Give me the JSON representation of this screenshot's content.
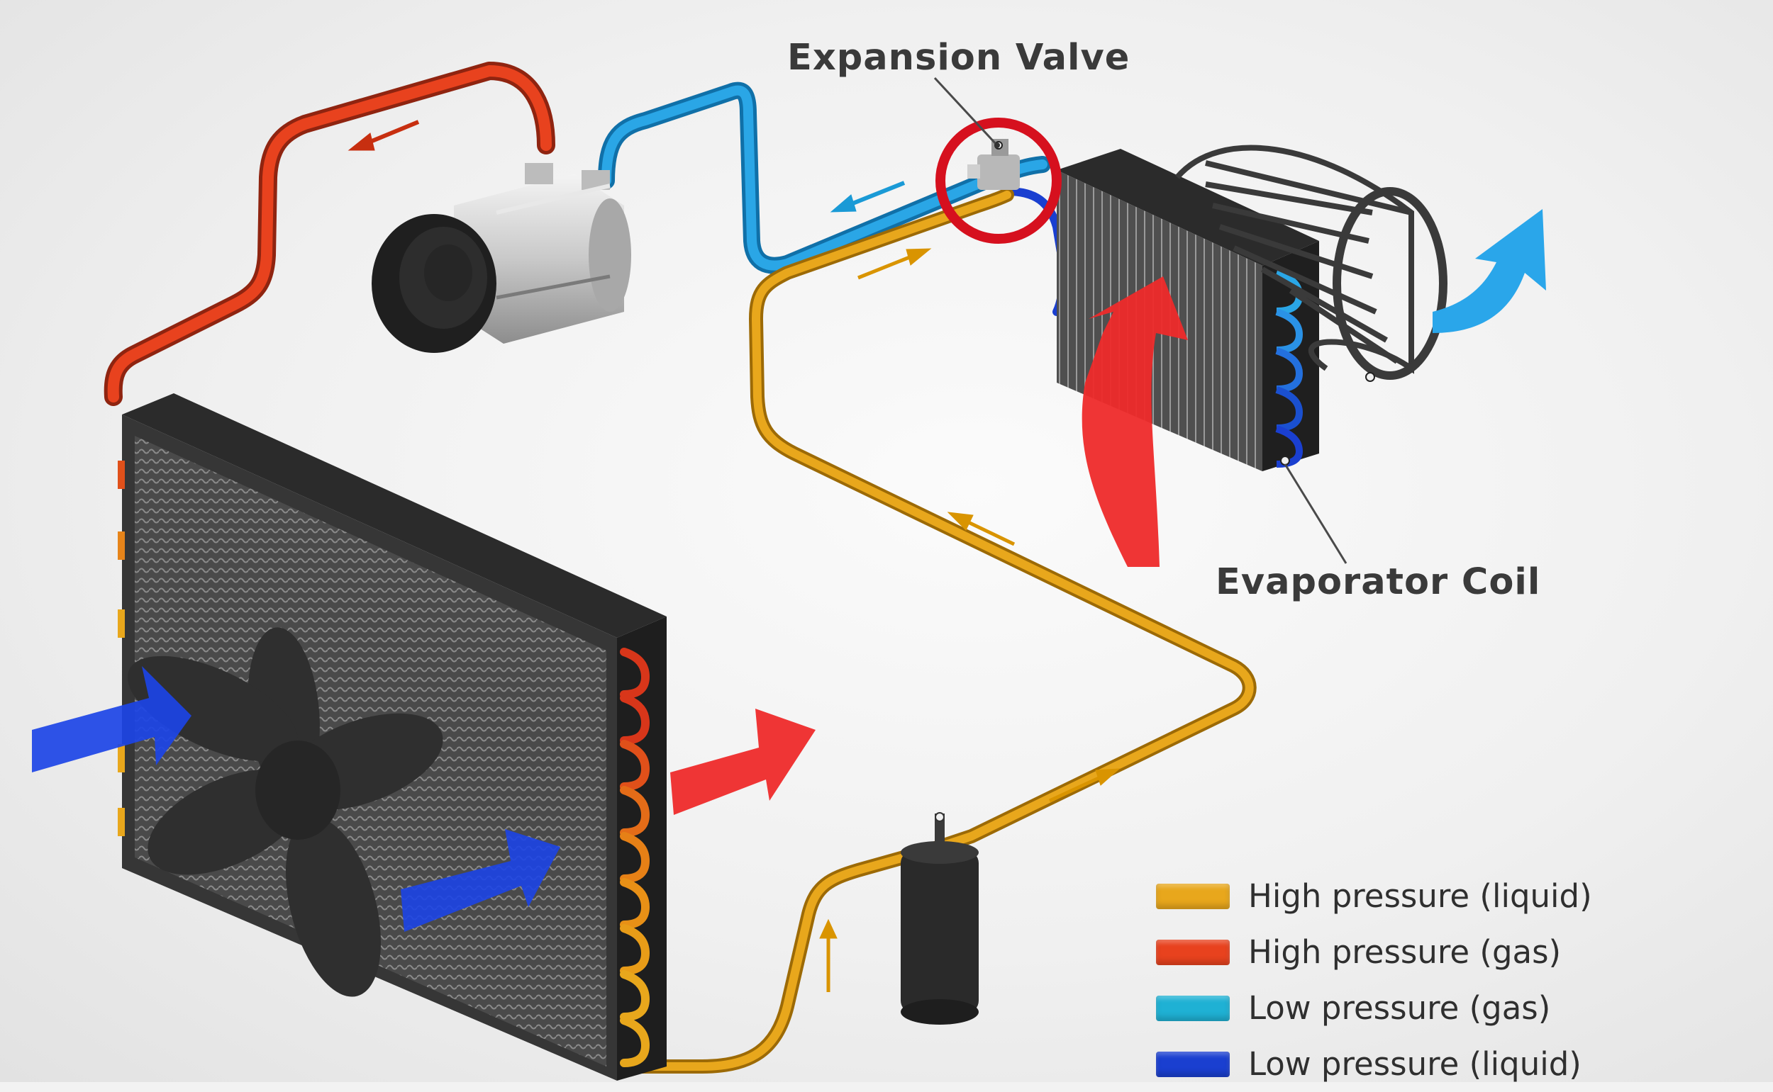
{
  "callouts": {
    "expansion_valve": "Expansion Valve",
    "evaporator_coil": "Evaporator Coil"
  },
  "legend": [
    {
      "label": "High pressure (liquid)",
      "color": "#e8a71c"
    },
    {
      "label": "High pressure (gas)",
      "color": "#e8421e"
    },
    {
      "label": "Low pressure (gas)",
      "color": "#1fb1d4"
    },
    {
      "label": "Low pressure (liquid)",
      "color": "#1a3fd0"
    }
  ],
  "colors": {
    "high_pressure_liquid": "#e8a71c",
    "high_pressure_gas": "#e8421e",
    "low_pressure_gas": "#2aa6e6",
    "low_pressure_liquid": "#1a3fd0",
    "highlight_ring": "#d6101e",
    "hot_air": "#ee2a2a",
    "cold_air": "#1c44e6",
    "cool_air_out": "#2aa6ea"
  }
}
